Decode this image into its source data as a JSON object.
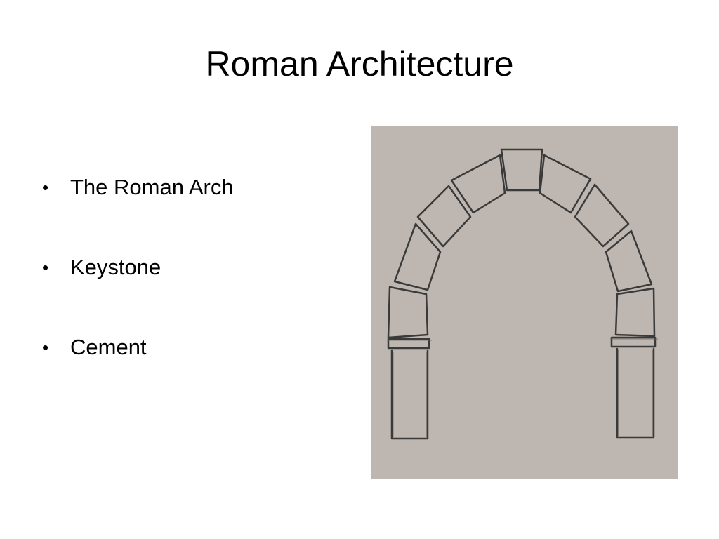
{
  "slide": {
    "title": "Roman Architecture",
    "bullets": [
      {
        "text": "The Roman Arch"
      },
      {
        "text": "Keystone"
      },
      {
        "text": "Cement"
      }
    ],
    "bullet_glyph": "•",
    "figure": {
      "icon": "roman-arch-illustration",
      "background_color": "#beb6b0",
      "stroke_color": "#3a3a3a"
    }
  }
}
